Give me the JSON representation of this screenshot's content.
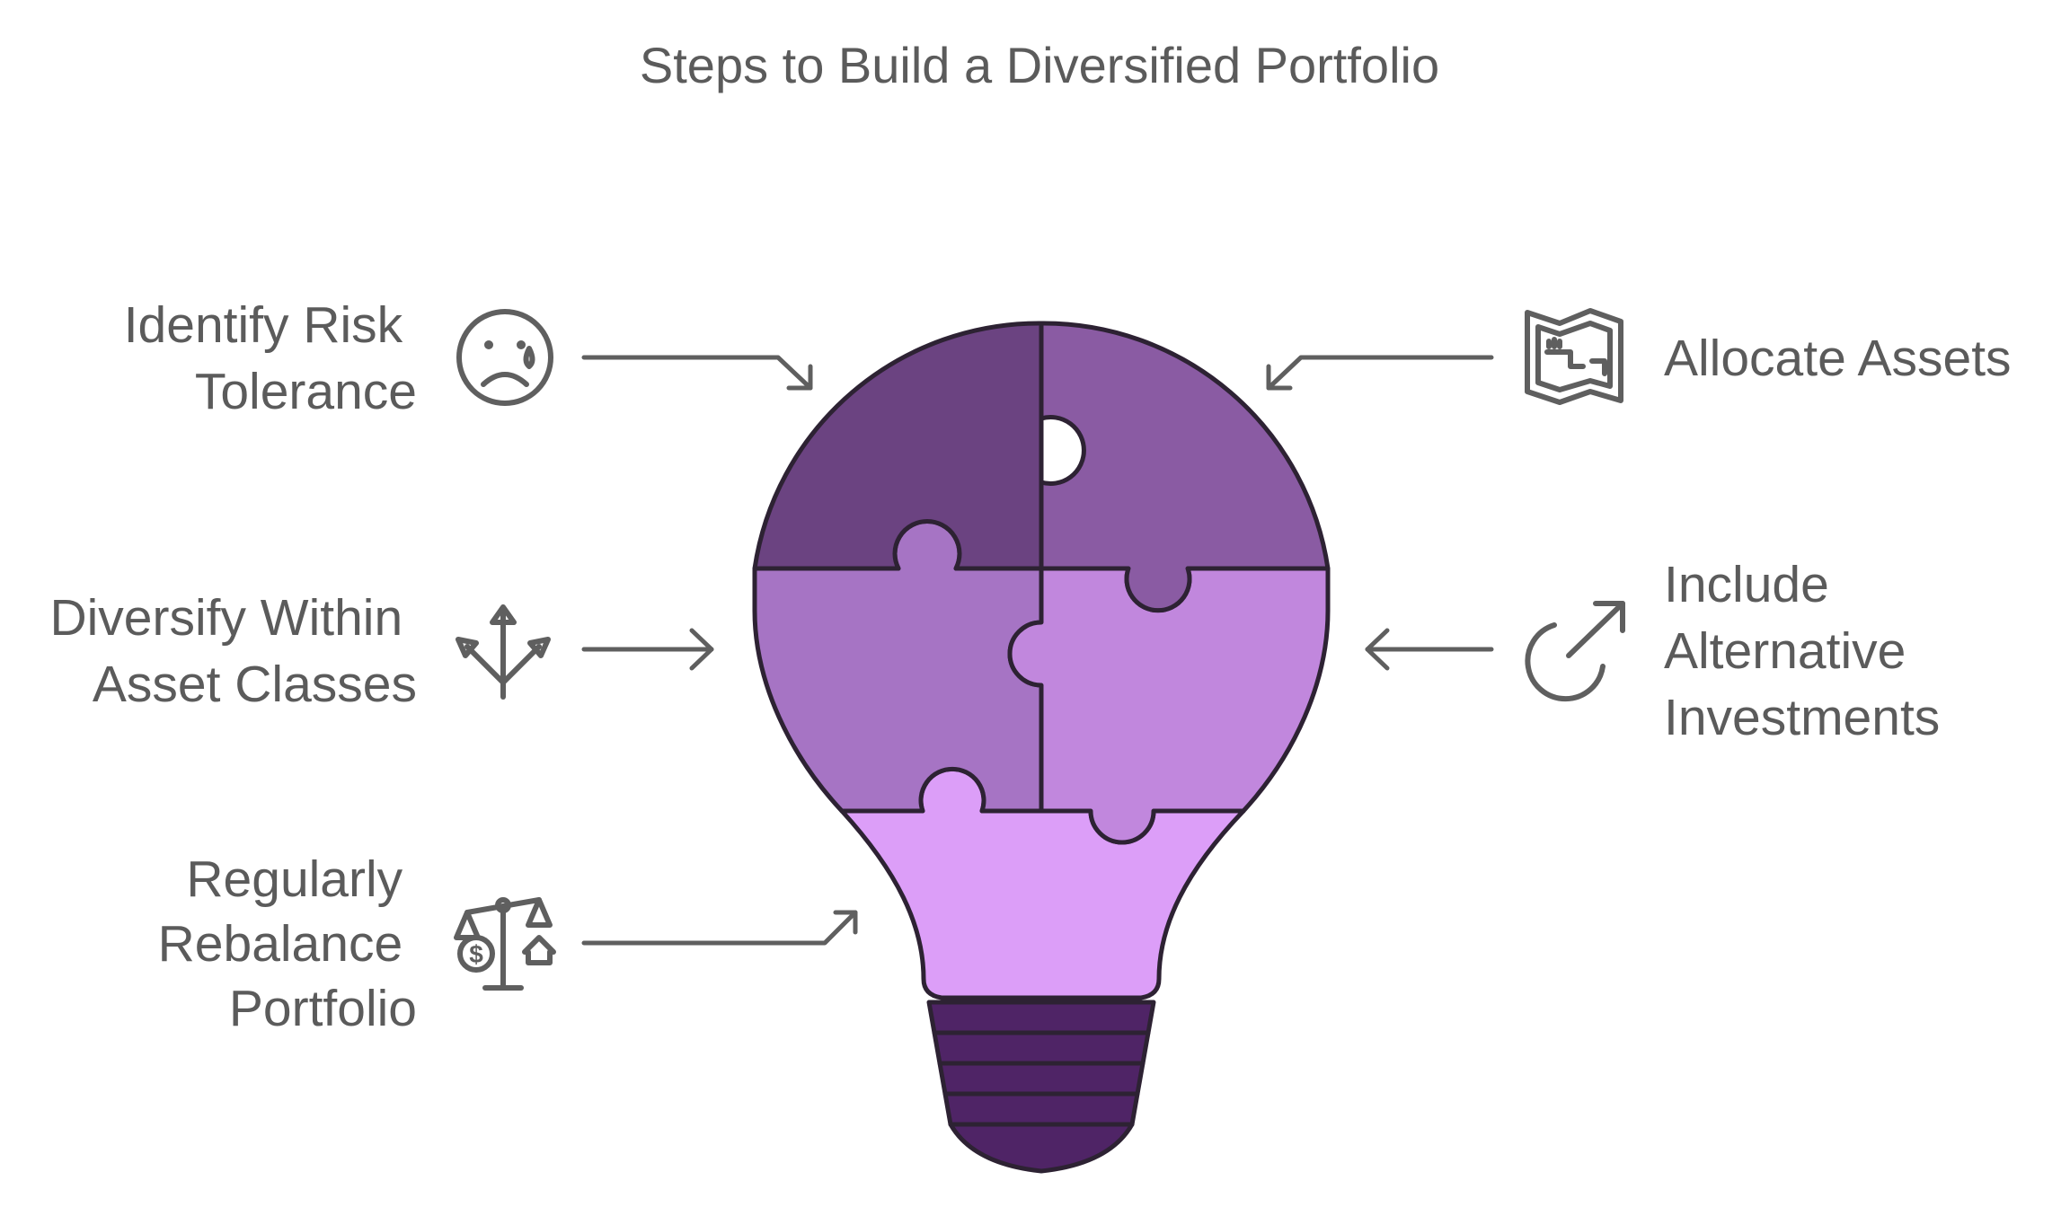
{
  "title": "Steps to Build a Diversified Portfolio",
  "steps": [
    {
      "id": "identify-risk-tolerance",
      "lines": [
        "Identify Risk",
        "Tolerance"
      ],
      "icon": "sad-face-icon"
    },
    {
      "id": "diversify-within-asset-classes",
      "lines": [
        "Diversify Within",
        "Asset Classes"
      ],
      "icon": "split-arrows-icon"
    },
    {
      "id": "regularly-rebalance-portfolio",
      "lines": [
        "Regularly",
        "Rebalance",
        "Portfolio"
      ],
      "icon": "balance-scale-icon"
    },
    {
      "id": "allocate-assets",
      "lines": [
        "Allocate Assets"
      ],
      "icon": "map-icon"
    },
    {
      "id": "include-alternative-investments",
      "lines": [
        "Include",
        "Alternative",
        "Investments"
      ],
      "icon": "outward-arrow-circle-icon"
    }
  ],
  "colors": {
    "piece_dark": "#6b4381",
    "piece_medium": "#8a5ba3",
    "piece_left_mid": "#a674c4",
    "piece_right_mid": "#c187dd",
    "piece_neck": "#dc9ef8",
    "bulb_base": "#4f2466",
    "outline": "#2d2233",
    "text": "#5b5b5b",
    "icon": "#5f5f5f"
  }
}
